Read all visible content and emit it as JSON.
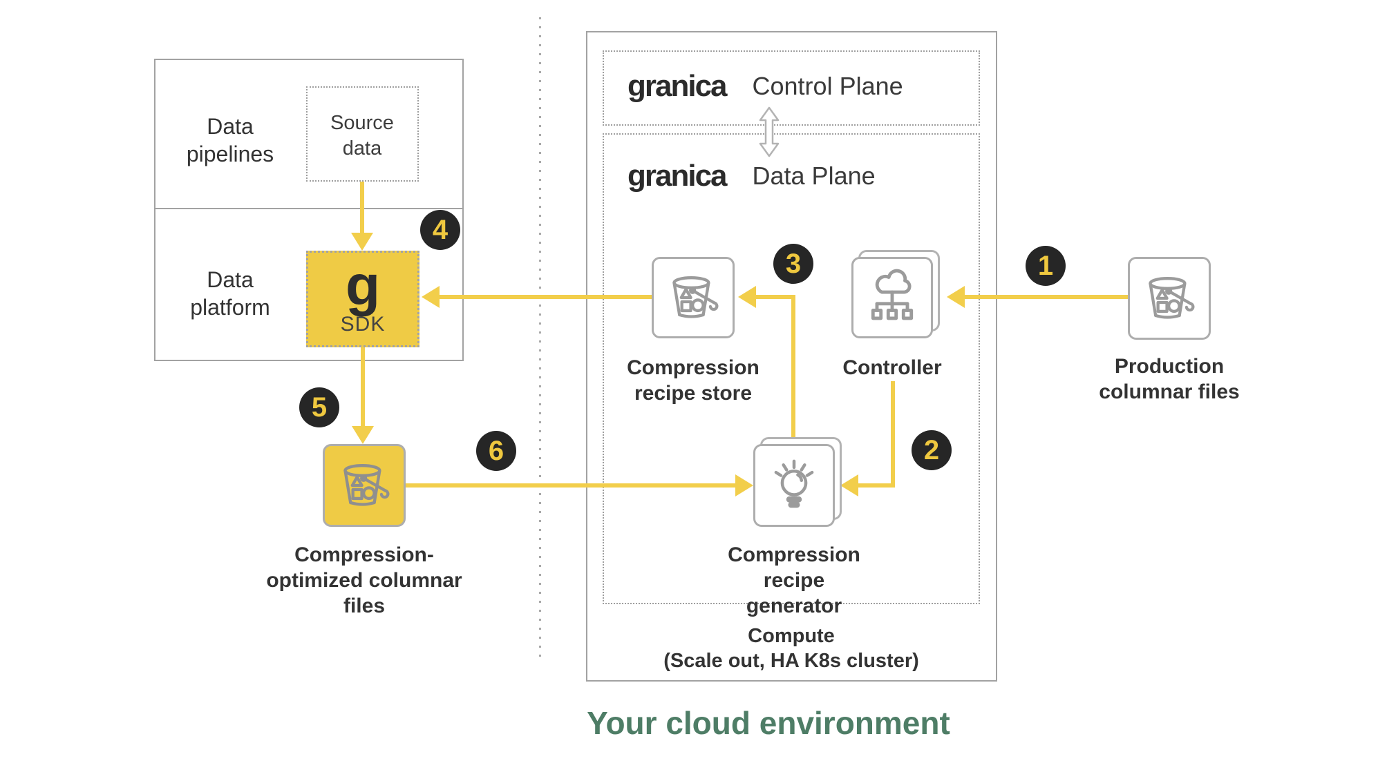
{
  "badges": [
    "1",
    "2",
    "3",
    "4",
    "5",
    "6"
  ],
  "left_panel": {
    "pipelines_label": "Data\npipelines",
    "platform_label": "Data\nplatform",
    "source_data_label": "Source\ndata",
    "sdk_glyph": "g",
    "sdk_label": "SDK",
    "compressed_files_label": "Compression-\noptimized columnar\nfiles"
  },
  "cloud_environment": {
    "control_plane": {
      "brand": "granica",
      "label": "Control Plane"
    },
    "data_plane": {
      "brand": "granica",
      "label": "Data Plane"
    },
    "recipe_store_label": "Compression\nrecipe store",
    "controller_label": "Controller",
    "generator_label": "Compression recipe\ngenerator",
    "compute_label": "Compute\n(Scale out, HA K8s cluster)",
    "caption": "Your cloud environment"
  },
  "production": {
    "label": "Production\ncolumnar files"
  },
  "colors": {
    "accent_yellow": "#F2CE4B",
    "sdk_fill_yellow": "#EFCB45",
    "badge_background": "#262626",
    "badge_number": "#EFC83F",
    "caption_green": "#4E7D66",
    "icon_gray": "#9B9B9B",
    "border_gray": "#A2A2A2",
    "text_dark": "#333333"
  }
}
